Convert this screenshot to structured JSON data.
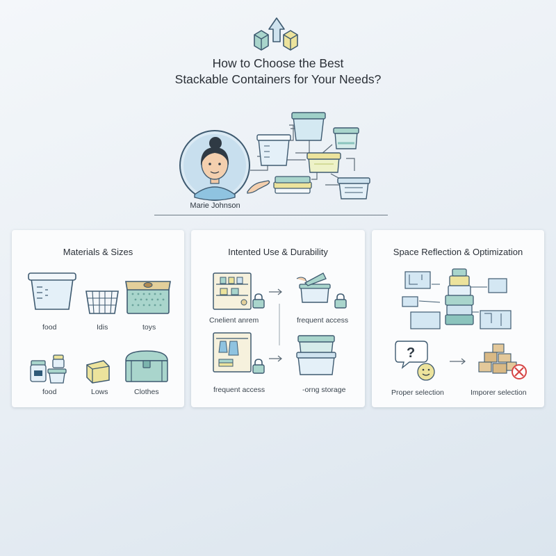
{
  "title_lines": [
    "How to Choose the Best",
    "Stackable Containers for Your Needs?"
  ],
  "author": "Marie Johnson",
  "colors": {
    "teal": "#8cc4bd",
    "yellow": "#e8e09a",
    "blue_tint": "#cfe3ef",
    "outline": "#3e5a70"
  },
  "panels": [
    {
      "title": "Materials & Sizes",
      "labels": [
        "food",
        "Idis",
        "toys",
        "food",
        "Lows",
        "Clothes"
      ],
      "icons": [
        "plastic-tub-icon",
        "wire-basket-icon",
        "fabric-bin-icon",
        "jars-icon",
        "cube-icon",
        "chest-icon"
      ]
    },
    {
      "title": "Intented Use & Durability",
      "labels": [
        "Cnelient anrem",
        "frequent access",
        "frequent access",
        "-orng storage"
      ],
      "icons": [
        "pantry-shelf-icon",
        "lock-icon",
        "open-box-icon",
        "wardrobe-icon",
        "stacked-box-icon"
      ]
    },
    {
      "title": "Space Reflection & Optimization",
      "labels": [
        "Proper selection",
        "Imporer selection"
      ],
      "icons": [
        "floorplan-icon",
        "container-stack-icon",
        "question-bubble-icon",
        "smiley-icon",
        "box-pile-icon",
        "x-icon"
      ]
    }
  ]
}
